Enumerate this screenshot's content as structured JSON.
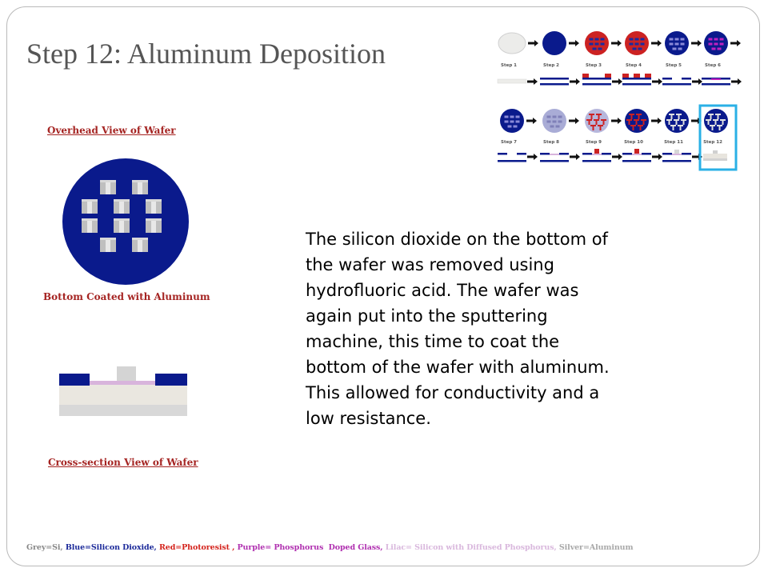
{
  "slide": {
    "title": "Step 12: Aluminum Deposition",
    "overhead_caption": "Overhead View of Wafer",
    "bottom_caption": "Bottom Coated with Aluminum",
    "cross_section_caption": "Cross-section View of Wafer",
    "body_paragraph": "The silicon dioxide on the bottom of the wafer was removed using hydrofluoric acid. The wafer was again put into the sputtering machine, this time to coat the bottom of the wafer with aluminum. This allowed for conductivity and a low resistance."
  },
  "colors": {
    "silicon_grey": "#e6e3dc",
    "silicon_dioxide_blue": "#0a1a8c",
    "photoresist_red": "#cc2222",
    "phosphorus_glass_purple": "#c020c0",
    "lilac": "#d8b4dc",
    "aluminum_silver": "#bdbdbd",
    "highlight": "#2ab0e6"
  },
  "process_steps": {
    "row1": [
      "Step 1",
      "Step 2",
      "Step 3",
      "Step 4",
      "Step 5",
      "Step 6"
    ],
    "row2": [
      "Step 7",
      "Step 8",
      "Step 9",
      "Step 10",
      "Step 11",
      "Step 12"
    ],
    "current": "Step 12"
  },
  "legend": [
    {
      "text": "Grey=Si,",
      "color": "#888888"
    },
    {
      "text": " Blue=Silicon Dioxide,",
      "color": "#1c2a9a"
    },
    {
      "text": " Red=Photoresist ,",
      "color": "#d4231c"
    },
    {
      "text": " Purple= Phosphorus  Doped Glass,",
      "color": "#b030b0"
    },
    {
      "text": " Lilac= Silicon with Diffused Phosphorus,",
      "color": "#d9b8dd"
    },
    {
      "text": " Silver=Aluminum",
      "color": "#a8a8a8"
    }
  ]
}
